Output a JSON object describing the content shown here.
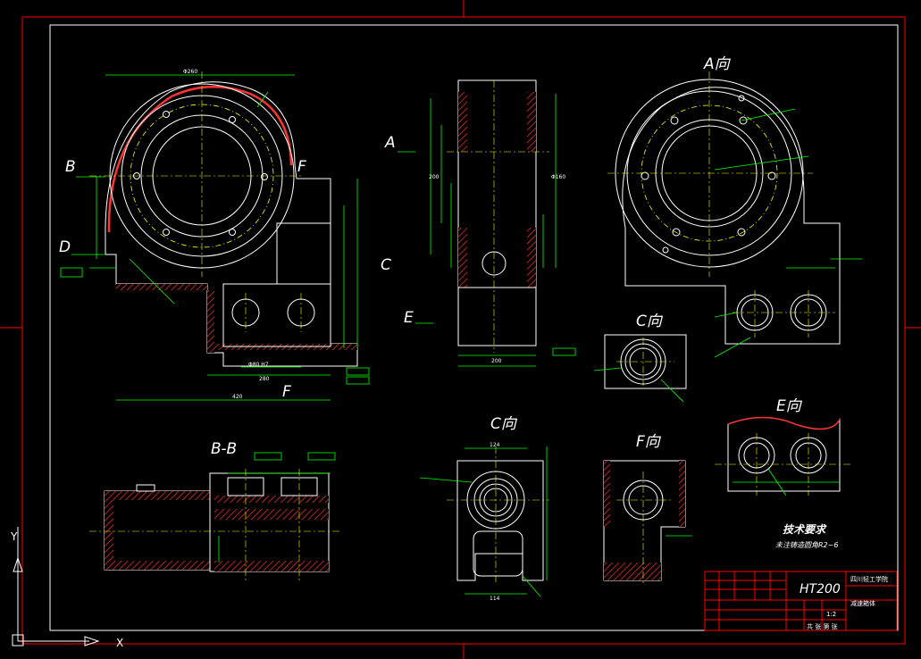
{
  "view_labels": {
    "view_a": "A向",
    "view_c_top": "C向",
    "view_c_bottom": "C向",
    "view_e": "E向",
    "view_f": "F向",
    "section_bb": "B-B",
    "cut_b": "B",
    "cut_d": "D",
    "cut_f_top": "F",
    "cut_f_bottom": "F",
    "cut_c": "C",
    "cut_a": "A",
    "cut_e": "E"
  },
  "tech_req": {
    "title": "技术要求",
    "line": "未注铸造圆角R2~6"
  },
  "title_block": {
    "material": "HT200",
    "school": "四川轻工学院",
    "part_name": "减速箱体",
    "ratio": "1:2",
    "sheet": "共  张  第  张"
  },
  "colors": {
    "background": "#000000",
    "frame": "#ff0000",
    "outline": "#ffffff",
    "dimension": "#00ff00",
    "centerline": "#ffff00"
  }
}
